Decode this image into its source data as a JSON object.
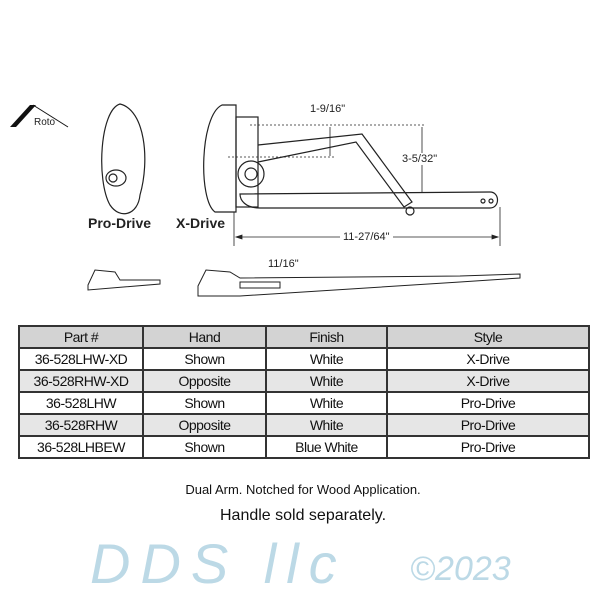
{
  "brand": {
    "logo_text": "Roto"
  },
  "diagram": {
    "labels": {
      "pro_drive": "Pro-Drive",
      "x_drive": "X-Drive"
    },
    "dimensions": {
      "d1": "1-9/16\"",
      "d2": "3-5/32\"",
      "d3": "11-27/64\"",
      "d4": "11/16\""
    }
  },
  "watermark": {
    "text": "DDS llc",
    "copyright": "©2023"
  },
  "table": {
    "headers": [
      "Part #",
      "Hand",
      "Finish",
      "Style"
    ],
    "rows": [
      [
        "36-528LHW-XD",
        "Shown",
        "White",
        "X-Drive"
      ],
      [
        "36-528RHW-XD",
        "Opposite",
        "White",
        "X-Drive"
      ],
      [
        "36-528LHW",
        "Shown",
        "White",
        "Pro-Drive"
      ],
      [
        "36-528RHW",
        "Opposite",
        "White",
        "Pro-Drive"
      ],
      [
        "36-528LHBEW",
        "Shown",
        "Blue White",
        "Pro-Drive"
      ]
    ]
  },
  "notes": {
    "line1": "Dual Arm. Notched for Wood Application.",
    "line2": "Handle sold separately."
  }
}
